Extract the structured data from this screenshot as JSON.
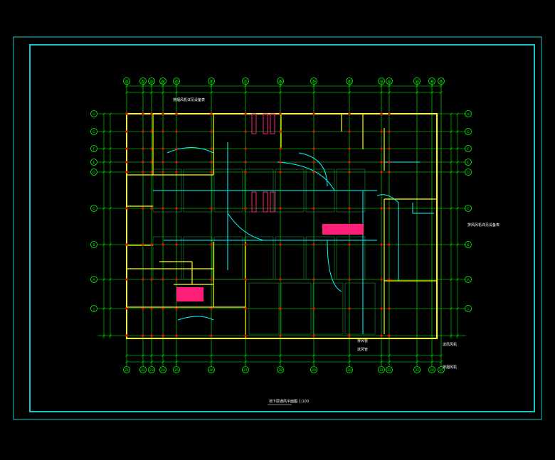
{
  "drawing": {
    "type": "CAD floor plan (ventilation / smoke exhaust)",
    "colors": {
      "background": "#000000",
      "sheet_border": "#18c8c8",
      "grid": "#00ff00",
      "walls": "#ffff00",
      "ducts": "#00ffff",
      "columns": "#ff0000",
      "fans": "#ff1e78",
      "axis_bubbles": "#00ff00",
      "notes": "#ffffff"
    }
  },
  "axes": {
    "top": [
      "21",
      "22",
      "23",
      "24",
      "25",
      "26",
      "27",
      "28",
      "29",
      "30",
      "31",
      "32",
      "33",
      "34",
      "35"
    ],
    "bottom": [
      "21",
      "22",
      "23",
      "24",
      "25",
      "26",
      "27",
      "28",
      "29",
      "30",
      "31",
      "32",
      "33",
      "34",
      "35"
    ],
    "left": [
      "H",
      "G",
      "F",
      "E",
      "D",
      "C",
      "B",
      "A",
      "J"
    ],
    "right": [
      "H",
      "G",
      "F",
      "E",
      "D",
      "C",
      "B",
      "A",
      "J"
    ]
  },
  "plan_title": "地下层通风平面图 1:100",
  "notes": {
    "top": "排烟风机详见设备表",
    "right": "排风风机详见设备表",
    "bottom_right_1": "送风风机",
    "bottom_right_2": "排烟风机",
    "legend_1": "排风管",
    "legend_2": "送风管"
  }
}
